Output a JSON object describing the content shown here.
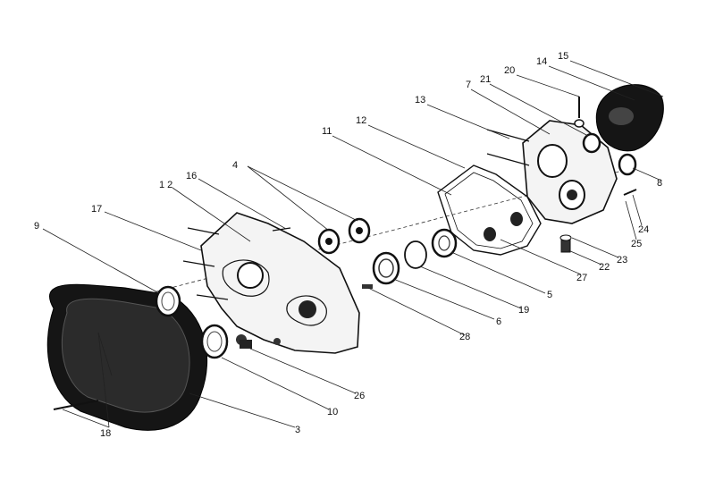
{
  "callouts": [
    {
      "id": "c1",
      "text": "15"
    },
    {
      "id": "c2",
      "text": "14"
    },
    {
      "id": "c3",
      "text": "20"
    },
    {
      "id": "c4",
      "text": "21"
    },
    {
      "id": "c5",
      "text": "7"
    },
    {
      "id": "c6",
      "text": "13"
    },
    {
      "id": "c7",
      "text": "12"
    },
    {
      "id": "c8",
      "text": "11"
    },
    {
      "id": "c9",
      "text": "4"
    },
    {
      "id": "c10",
      "text": "16"
    },
    {
      "id": "c11",
      "text": "1 2"
    },
    {
      "id": "c12",
      "text": "17"
    },
    {
      "id": "c13",
      "text": "9"
    },
    {
      "id": "c14",
      "text": "8"
    },
    {
      "id": "c15",
      "text": "24"
    },
    {
      "id": "c16",
      "text": "25"
    },
    {
      "id": "c17",
      "text": "23"
    },
    {
      "id": "c18",
      "text": "22"
    },
    {
      "id": "c19",
      "text": "27"
    },
    {
      "id": "c20",
      "text": "5"
    },
    {
      "id": "c21",
      "text": "19"
    },
    {
      "id": "c22",
      "text": "6"
    },
    {
      "id": "c23",
      "text": "28"
    },
    {
      "id": "c24",
      "text": "26"
    },
    {
      "id": "c25",
      "text": "10"
    },
    {
      "id": "c26",
      "text": "3"
    },
    {
      "id": "c27",
      "text": "18"
    }
  ]
}
